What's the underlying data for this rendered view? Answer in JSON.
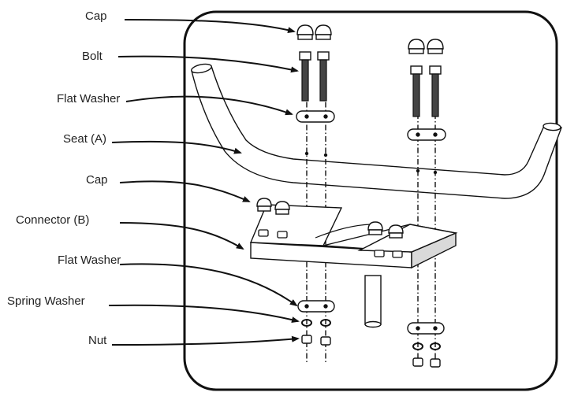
{
  "labels": [
    {
      "key": "cap_top",
      "text": "Cap"
    },
    {
      "key": "bolt",
      "text": "Bolt"
    },
    {
      "key": "flat_washer_top",
      "text": "Flat Washer"
    },
    {
      "key": "seat",
      "text": "Seat (A)"
    },
    {
      "key": "cap_mid",
      "text": "Cap"
    },
    {
      "key": "connector",
      "text": "Connector (B)"
    },
    {
      "key": "flat_washer_bottom",
      "text": "Flat Washer"
    },
    {
      "key": "spring_washer",
      "text": "Spring Washer"
    },
    {
      "key": "nut",
      "text": "Nut"
    }
  ],
  "colors": {
    "line": "#111111",
    "part_fill": "#ffffff",
    "metal": "#e6e6e6",
    "shadow": "#bdbdbd",
    "text": "#222222"
  }
}
